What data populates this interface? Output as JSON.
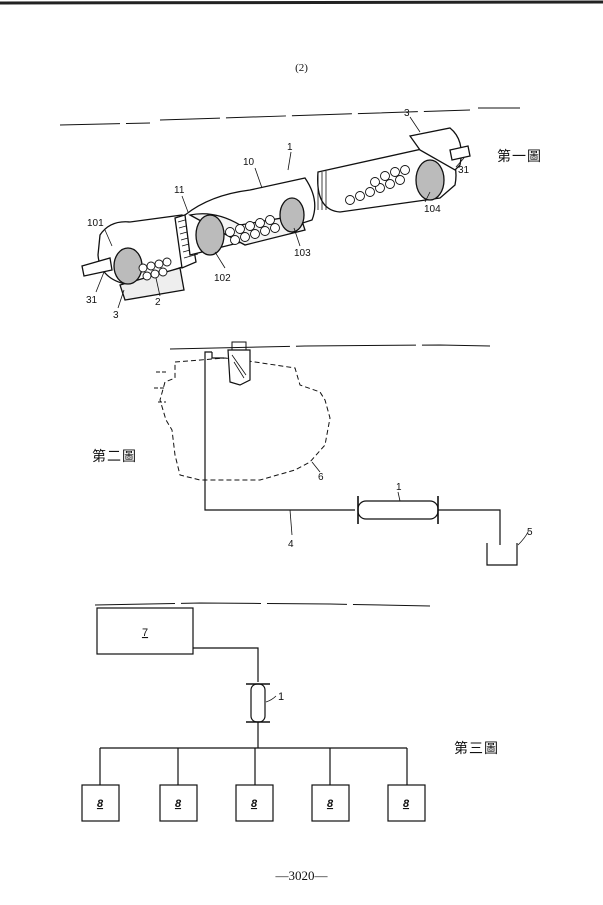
{
  "header": {
    "page_number": "(2)"
  },
  "fig1": {
    "caption": "第一圖",
    "labels": {
      "l1": "1",
      "l10": "10",
      "l11": "11",
      "l101": "101",
      "l102": "102",
      "l103": "103",
      "l104": "104",
      "l2": "2",
      "l3a": "3",
      "l3b": "3",
      "l31a": "31",
      "l31b": "31"
    }
  },
  "fig2": {
    "caption": "第二圖",
    "labels": {
      "l1": "1",
      "l4": "4",
      "l5": "5",
      "l6": "6"
    }
  },
  "fig3": {
    "caption": "第三圖",
    "labels": {
      "l1": "1",
      "l7": "7"
    },
    "box_labels": [
      "8",
      "8",
      "8",
      "8",
      "8"
    ]
  },
  "footer": {
    "page_ref": "—3020—"
  }
}
